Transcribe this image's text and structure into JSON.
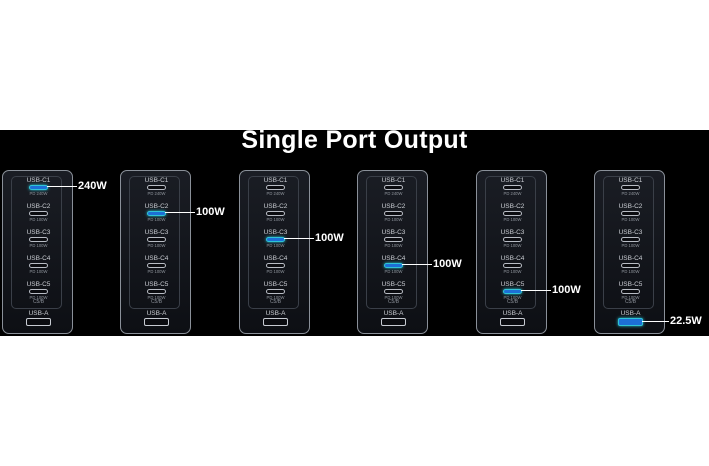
{
  "title": "Single Port Output",
  "colors": {
    "background": "#000000",
    "active_port": "#1d6fd6",
    "active_glow": "#2ec4d6",
    "text": "#ffffff"
  },
  "chargers": [
    {
      "ports": [
        {
          "label": "USB-C1",
          "pd": "PD 240W",
          "active": true
        },
        {
          "label": "USB-C2",
          "pd": "PD 100W"
        },
        {
          "label": "USB-C3",
          "pd": "PD 100W"
        },
        {
          "label": "USB-C4",
          "pd": "PD 100W"
        },
        {
          "label": "USB-C5",
          "pd": "PD 100W",
          "sub": "C5/B"
        }
      ],
      "usb_a": {
        "label": "USB-A"
      },
      "active_index": 0,
      "output": "240W"
    },
    {
      "ports": [
        {
          "label": "USB-C1",
          "pd": "PD 240W"
        },
        {
          "label": "USB-C2",
          "pd": "PD 100W",
          "active": true
        },
        {
          "label": "USB-C3",
          "pd": "PD 100W"
        },
        {
          "label": "USB-C4",
          "pd": "PD 100W"
        },
        {
          "label": "USB-C5",
          "pd": "PD 100W",
          "sub": "C5/B"
        }
      ],
      "usb_a": {
        "label": "USB-A"
      },
      "active_index": 1,
      "output": "100W"
    },
    {
      "ports": [
        {
          "label": "USB-C1",
          "pd": "PD 240W"
        },
        {
          "label": "USB-C2",
          "pd": "PD 100W"
        },
        {
          "label": "USB-C3",
          "pd": "PD 100W",
          "active": true
        },
        {
          "label": "USB-C4",
          "pd": "PD 100W"
        },
        {
          "label": "USB-C5",
          "pd": "PD 100W",
          "sub": "C5/B"
        }
      ],
      "usb_a": {
        "label": "USB-A"
      },
      "active_index": 2,
      "output": "100W"
    },
    {
      "ports": [
        {
          "label": "USB-C1",
          "pd": "PD 240W"
        },
        {
          "label": "USB-C2",
          "pd": "PD 100W"
        },
        {
          "label": "USB-C3",
          "pd": "PD 100W"
        },
        {
          "label": "USB-C4",
          "pd": "PD 100W",
          "active": true
        },
        {
          "label": "USB-C5",
          "pd": "PD 100W",
          "sub": "C5/B"
        }
      ],
      "usb_a": {
        "label": "USB-A"
      },
      "active_index": 3,
      "output": "100W"
    },
    {
      "ports": [
        {
          "label": "USB-C1",
          "pd": "PD 240W"
        },
        {
          "label": "USB-C2",
          "pd": "PD 100W"
        },
        {
          "label": "USB-C3",
          "pd": "PD 100W"
        },
        {
          "label": "USB-C4",
          "pd": "PD 100W"
        },
        {
          "label": "USB-C5",
          "pd": "PD 100W",
          "sub": "C5/B",
          "active": true
        }
      ],
      "usb_a": {
        "label": "USB-A"
      },
      "active_index": 4,
      "output": "100W"
    },
    {
      "ports": [
        {
          "label": "USB-C1",
          "pd": "PD 240W"
        },
        {
          "label": "USB-C2",
          "pd": "PD 100W"
        },
        {
          "label": "USB-C3",
          "pd": "PD 100W"
        },
        {
          "label": "USB-C4",
          "pd": "PD 100W"
        },
        {
          "label": "USB-C5",
          "pd": "PD 100W",
          "sub": "C5/B"
        }
      ],
      "usb_a": {
        "label": "USB-A",
        "active": true
      },
      "active_index": 5,
      "output": "22.5W"
    }
  ]
}
